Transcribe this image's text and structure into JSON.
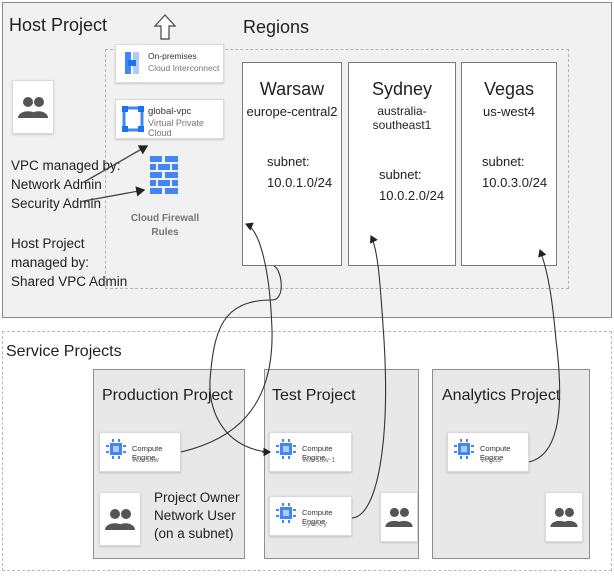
{
  "host": {
    "title": "Host Project",
    "vpc_managed_by": [
      "VPC managed by:",
      "Network Admin",
      "Security Admin"
    ],
    "host_managed_by": [
      "Host Project",
      "managed by:",
      "Shared VPC Admin"
    ],
    "regions_title": "Regions",
    "on_prem": {
      "title": "On-premises",
      "subtitle": "Cloud Interconnect"
    },
    "global_vpc": {
      "title": "global-vpc",
      "subtitle": "Virtual Private Cloud"
    },
    "firewall": [
      "Cloud Firewall",
      "Rules"
    ],
    "regions": [
      {
        "name": "Warsaw",
        "code": "europe-central2",
        "subnet_label": "subnet:",
        "cidr": "10.0.1.0/24"
      },
      {
        "name": "Sydney",
        "code": "australia-southeast1",
        "subnet_label": "subnet:",
        "cidr": "10.0.2.0/24"
      },
      {
        "name": "Vegas",
        "code": "us-west4",
        "subnet_label": "subnet:",
        "cidr": "10.0.3.0/24"
      }
    ]
  },
  "service": {
    "title": "Service Projects",
    "production": {
      "title": "Production Project",
      "vm": {
        "title": "Compute Engine",
        "subtitle": "Warsaw"
      },
      "owner": [
        "Project Owner",
        "Network User",
        "(on a subnet)"
      ]
    },
    "test": {
      "title": "Test Project",
      "vm1": {
        "title": "Compute Engine",
        "subtitle": "Warsaw-1"
      },
      "vm2": {
        "title": "Compute Engine",
        "subtitle": "Sydney"
      }
    },
    "analytics": {
      "title": "Analytics Project",
      "vm": {
        "title": "Compute Engine",
        "subtitle": "Vegas"
      }
    }
  },
  "colors": {
    "gcp_blue": "#4285f4",
    "border": "#8a8a8a",
    "host_bg": "#f1f1f1",
    "project_bg": "#e8e8e8"
  },
  "icons": [
    "people-icon",
    "interconnect-icon",
    "vpc-icon",
    "firewall-icon",
    "compute-engine-icon",
    "upload-arrow-icon"
  ]
}
